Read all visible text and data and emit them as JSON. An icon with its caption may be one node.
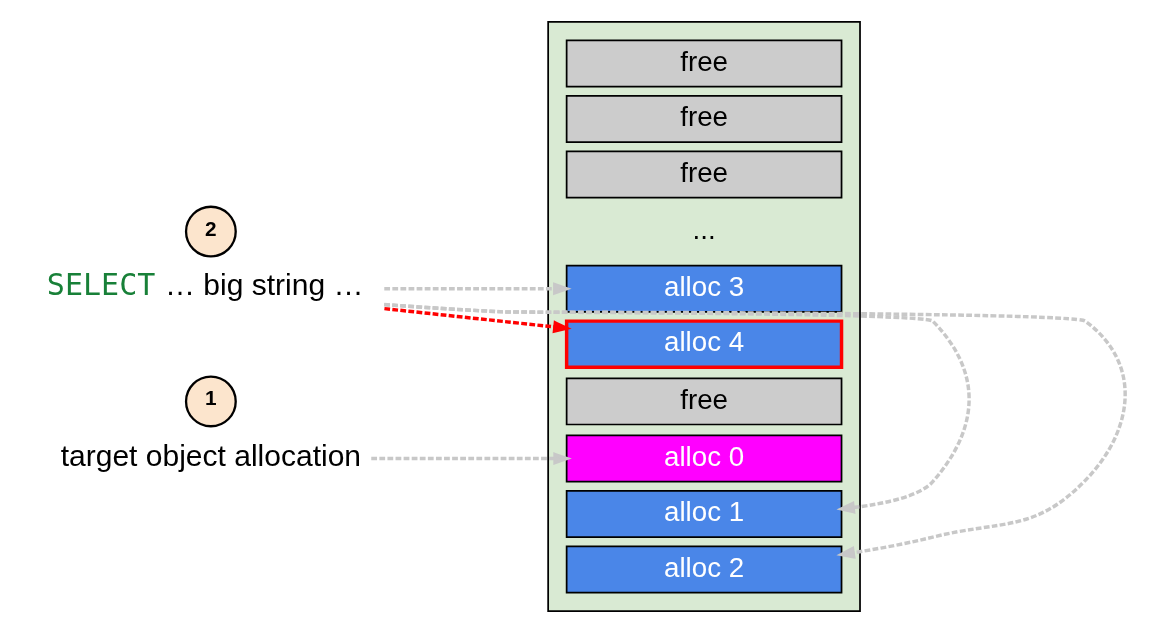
{
  "diagram": {
    "nodes": [
      {
        "text": [],
        "shape": "box"
      },
      {
        "text": [
          "free"
        ],
        "in": 0
      },
      {
        "text": [
          "free"
        ],
        "in": 0
      },
      {
        "text": [
          "free"
        ],
        "in": 0
      },
      {
        "text": [
          "alloc 3"
        ],
        "in": 0
      },
      {
        "text": [
          "alloc 4"
        ],
        "in": 0
      },
      {
        "text": [
          "free"
        ],
        "in": 0
      },
      {
        "text": [
          "alloc 0"
        ],
        "in": 0
      },
      {
        "text": [
          "alloc 1"
        ],
        "in": 0
      },
      {
        "text": [
          "alloc 2"
        ],
        "in": 0
      },
      {
        "text": [
          "2"
        ]
      },
      {
        "text": [
          "SELECT",
          "… big string …"
        ]
      },
      {
        "text": [
          "1"
        ]
      },
      {
        "text": [
          "target object allocation"
        ]
      }
    ],
    "edges": [
      {
        "from": 11,
        "to": 4,
        "arrow": "to",
        "style": "dashed"
      },
      {
        "from": 11,
        "to": 5,
        "arrow": "to",
        "style": "dashed",
        "color": "#ff0000"
      },
      {
        "from": 11,
        "to": 8,
        "arrow": "to",
        "style": "dashed"
      },
      {
        "from": 11,
        "to": 9,
        "arrow": "to",
        "style": "dashed"
      },
      {
        "from": 13,
        "to": 7,
        "arrow": "to",
        "style": "dashed"
      }
    ],
    "labels": [
      "..."
    ]
  }
}
